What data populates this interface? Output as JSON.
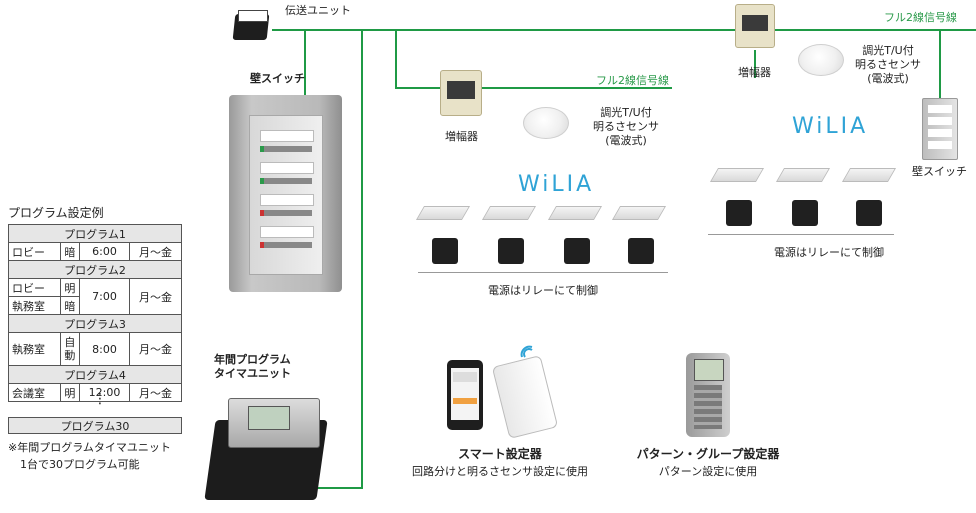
{
  "labels": {
    "transmission_unit": "伝送ユニット",
    "wall_switch_top": "壁スイッチ",
    "full2_line_1": "フル2線信号線",
    "full2_line_2": "フル2線信号線",
    "amplifier_1": "増幅器",
    "amplifier_2": "増幅器",
    "sensor_1": [
      "調光T/U付",
      "明るさセンサ",
      "(電波式)"
    ],
    "sensor_2": [
      "調光T/U付",
      "明るさセンサ",
      "(電波式)"
    ],
    "wilia_1": "WiLIA",
    "wilia_2": "WiLIA",
    "wall_switch_right": "壁スイッチ",
    "relay_note_1": "電源はリレーにて制御",
    "relay_note_2": "電源はリレーにて制御",
    "annual_timer": [
      "年間プログラム",
      "タイマユニット"
    ],
    "smart_setter_title": "スマート設定器",
    "smart_setter_desc": "回路分けと明るさセンサ設定に使用",
    "pattern_setter_title": "パターン・グループ設定器",
    "pattern_setter_desc": "パターン設定に使用"
  },
  "program_table": {
    "title": "プログラム設定例",
    "p1": {
      "header": "プログラム1",
      "room": "ロビー",
      "mode": "暗",
      "time": "6:00",
      "days": "月～金"
    },
    "p2": {
      "header": "プログラム2",
      "room1": "ロビー",
      "mode1": "明",
      "room2": "執務室",
      "mode2": "暗",
      "time": "7:00",
      "days": "月～金"
    },
    "p3": {
      "header": "プログラム3",
      "room": "執務室",
      "mode": "自動",
      "time": "8:00",
      "days": "月～金"
    },
    "p4": {
      "header": "プログラム4",
      "room": "会議室",
      "mode": "明",
      "time": "12:00",
      "days": "月～金"
    },
    "dots": "⋮",
    "p30": "プログラム30",
    "note1": "※年間プログラムタイマユニット",
    "note2": "1台で30プログラム可能"
  },
  "colors": {
    "signal_line": "#1f9a45",
    "wilia_blue": "#2fa3d6"
  }
}
